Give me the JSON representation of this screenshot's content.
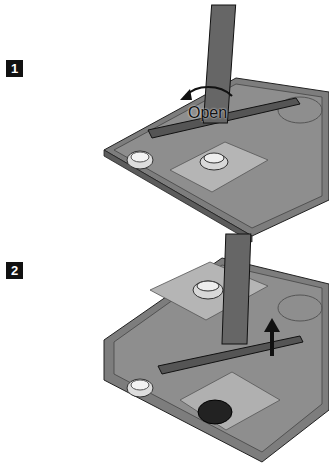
{
  "diagram": {
    "nodes": [
      {
        "text": [
          "1"
        ]
      },
      {
        "text": [
          "2"
        ]
      }
    ],
    "labels": [
      "Open"
    ]
  }
}
